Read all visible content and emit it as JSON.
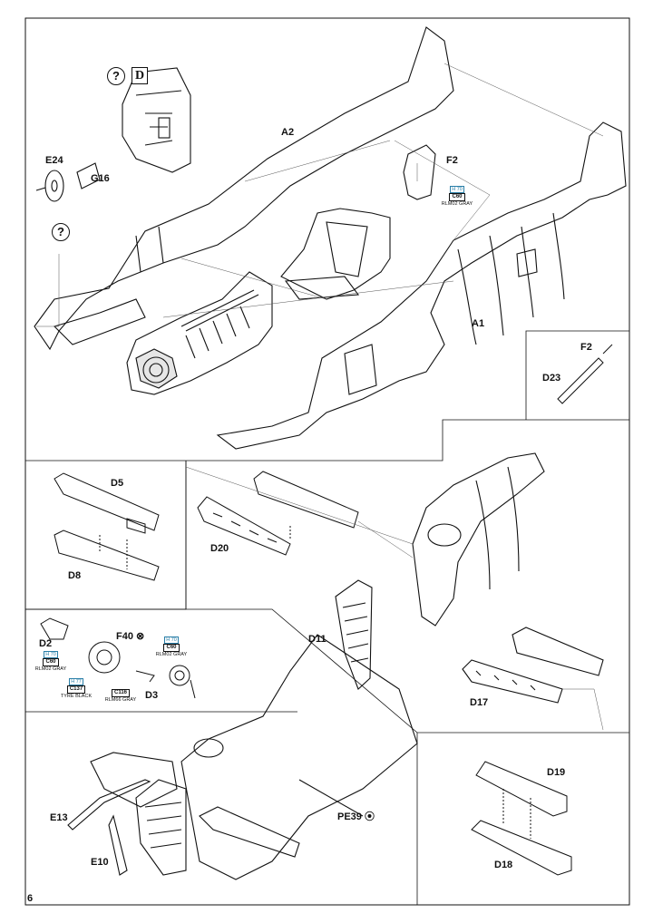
{
  "page_number": "6",
  "symbols": {
    "question": "?",
    "drawing_d": "D"
  },
  "parts": {
    "A1": "A1",
    "A2": "A2",
    "E24": "E24",
    "G16": "G16",
    "F2": "F2",
    "F2_inset": "F2",
    "D23": "D23",
    "D5": "D5",
    "D8": "D8",
    "D20": "D20",
    "D11": "D11",
    "D17": "D17",
    "D2": "D2",
    "F40": "F40",
    "D3": "D3",
    "E13": "E13",
    "E10": "E10",
    "PE39": "PE39",
    "D19": "D19",
    "D18": "D18"
  },
  "color_callouts": {
    "seat": {
      "ref": "H 70",
      "code": "C60",
      "name": "RLM02 GRAY"
    },
    "gear_left": {
      "ref": "H 70",
      "code": "C60",
      "name": "RLM02 GRAY"
    },
    "gear_tyre": {
      "ref": "H 77",
      "code": "C137",
      "name": "TYRE BLACK"
    },
    "gear_right": {
      "ref": "H 70",
      "code": "C60",
      "name": "RLM02 GRAY"
    },
    "gear_rlm66": {
      "code": "C116",
      "name": "RLM66 GRAY"
    }
  },
  "colors": {
    "line": "#111111",
    "callout_blue": "#2a7fa8",
    "paper": "#ffffff"
  }
}
